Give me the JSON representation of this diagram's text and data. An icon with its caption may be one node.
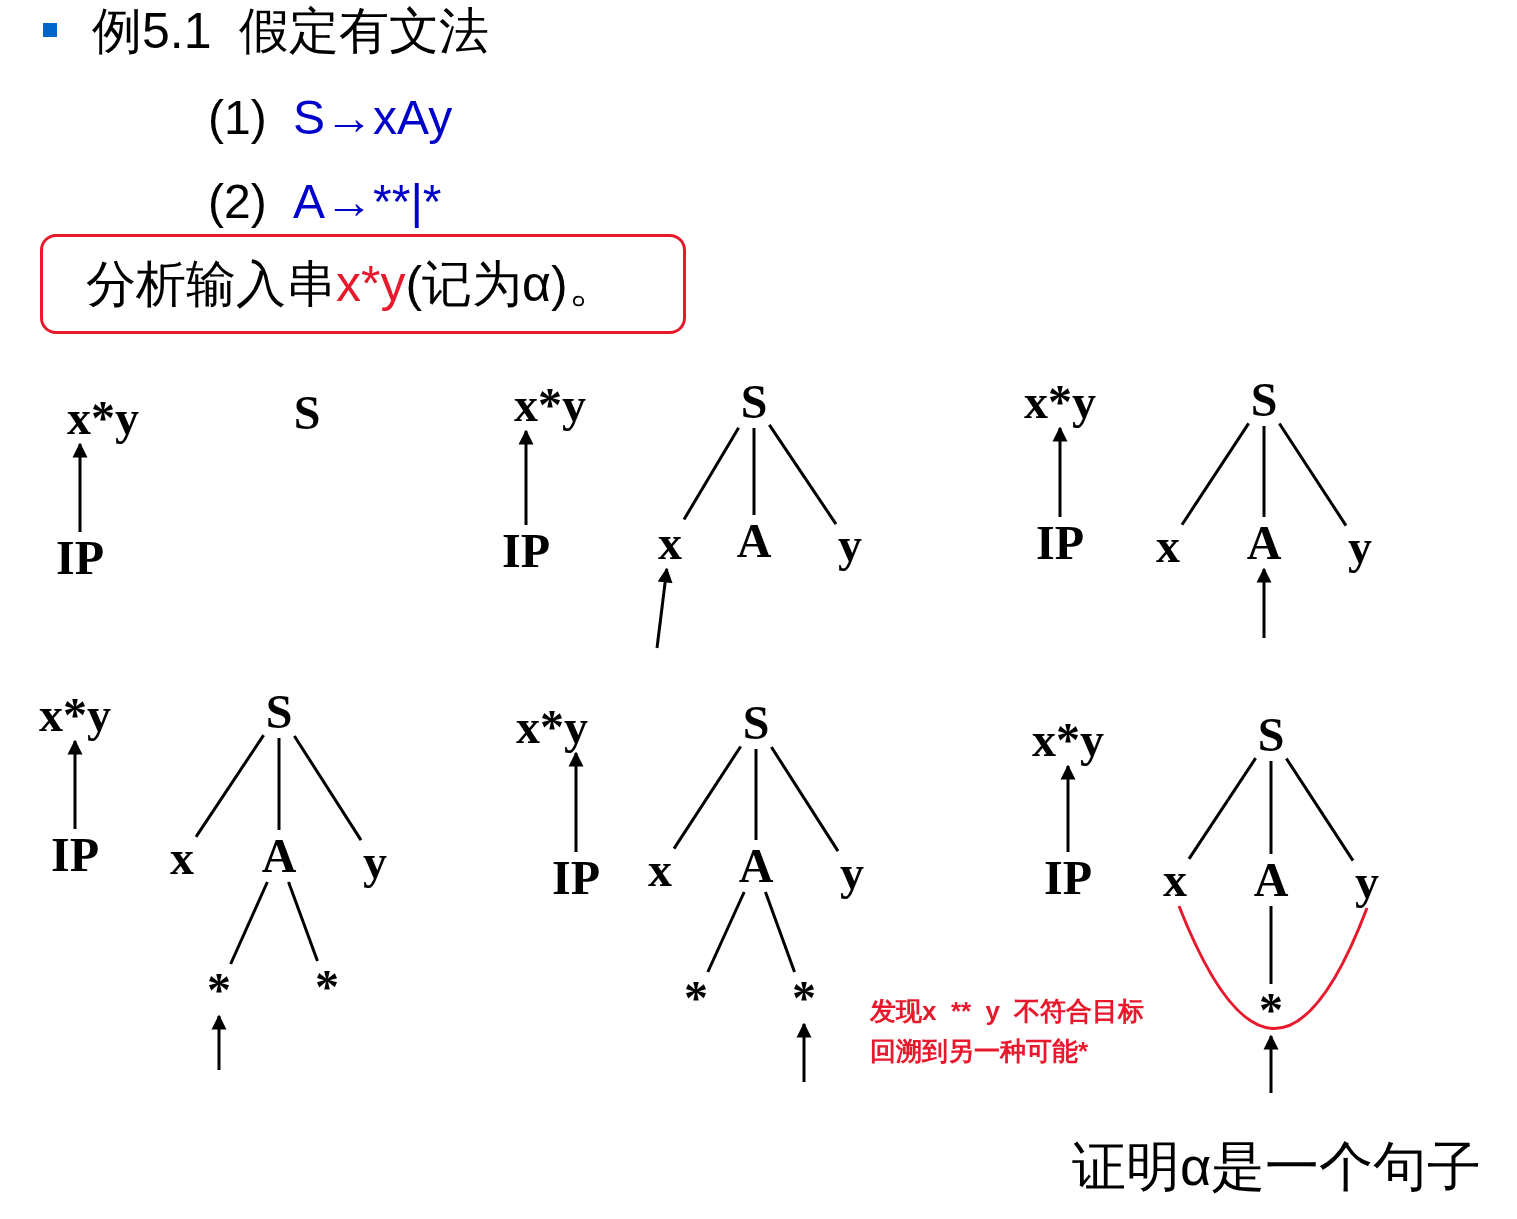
{
  "diagram": {
    "nodes": [
      {
        "text": [
          "分析输入串",
          "x*y",
          "(记为α)。"
        ]
      },
      {
        "text": [
          "x*y"
        ]
      },
      {
        "text": [
          "IP"
        ]
      },
      {
        "text": [
          "S"
        ]
      },
      {
        "text": [
          "x*y"
        ]
      },
      {
        "text": [
          "IP"
        ]
      },
      {
        "text": [
          "S"
        ]
      },
      {
        "text": [
          "x"
        ]
      },
      {
        "text": [
          "A"
        ]
      },
      {
        "text": [
          "y"
        ]
      },
      {
        "text": [
          "x*y"
        ]
      },
      {
        "text": [
          "IP"
        ]
      },
      {
        "text": [
          "S"
        ]
      },
      {
        "text": [
          "x"
        ]
      },
      {
        "text": [
          "A"
        ]
      },
      {
        "text": [
          "y"
        ]
      },
      {
        "text": [
          "x*y"
        ]
      },
      {
        "text": [
          "IP"
        ]
      },
      {
        "text": [
          "S"
        ]
      },
      {
        "text": [
          "x"
        ]
      },
      {
        "text": [
          "A"
        ]
      },
      {
        "text": [
          "y"
        ]
      },
      {
        "text": [
          "*"
        ]
      },
      {
        "text": [
          "*"
        ]
      },
      {
        "text": [
          "x*y"
        ]
      },
      {
        "text": [
          "IP"
        ]
      },
      {
        "text": [
          "S"
        ]
      },
      {
        "text": [
          "x"
        ]
      },
      {
        "text": [
          "A"
        ]
      },
      {
        "text": [
          "y"
        ]
      },
      {
        "text": [
          "*"
        ]
      },
      {
        "text": [
          "*"
        ]
      },
      {
        "text": [
          "x*y"
        ]
      },
      {
        "text": [
          "IP"
        ]
      },
      {
        "text": [
          "S"
        ]
      },
      {
        "text": [
          "x"
        ]
      },
      {
        "text": [
          "A"
        ]
      },
      {
        "text": [
          "y"
        ]
      },
      {
        "text": [
          "*"
        ]
      }
    ],
    "edges": [
      {
        "from": 2,
        "to": 1,
        "arrow": "to"
      },
      {
        "from": 5,
        "to": 4,
        "arrow": "to"
      },
      {
        "from": 6,
        "to": 7,
        "arrow": "none"
      },
      {
        "from": 6,
        "to": 8,
        "arrow": "none"
      },
      {
        "from": 6,
        "to": 9,
        "arrow": "none"
      },
      {
        "from": null,
        "to": 7,
        "arrow": "to"
      },
      {
        "from": 11,
        "to": 10,
        "arrow": "to"
      },
      {
        "from": 12,
        "to": 13,
        "arrow": "none"
      },
      {
        "from": 12,
        "to": 14,
        "arrow": "none"
      },
      {
        "from": 12,
        "to": 15,
        "arrow": "none"
      },
      {
        "from": null,
        "to": 14,
        "arrow": "to"
      },
      {
        "from": 17,
        "to": 16,
        "arrow": "to"
      },
      {
        "from": 18,
        "to": 19,
        "arrow": "none"
      },
      {
        "from": 18,
        "to": 20,
        "arrow": "none"
      },
      {
        "from": 18,
        "to": 21,
        "arrow": "none"
      },
      {
        "from": 20,
        "to": 22,
        "arrow": "none"
      },
      {
        "from": 20,
        "to": 23,
        "arrow": "none"
      },
      {
        "from": null,
        "to": 22,
        "arrow": "to"
      },
      {
        "from": 25,
        "to": 24,
        "arrow": "to"
      },
      {
        "from": 26,
        "to": 27,
        "arrow": "none"
      },
      {
        "from": 26,
        "to": 28,
        "arrow": "none"
      },
      {
        "from": 26,
        "to": 29,
        "arrow": "none"
      },
      {
        "from": 28,
        "to": 30,
        "arrow": "none"
      },
      {
        "from": 28,
        "to": 31,
        "arrow": "none"
      },
      {
        "from": null,
        "to": 31,
        "arrow": "to"
      },
      {
        "from": 33,
        "to": 32,
        "arrow": "to"
      },
      {
        "from": 34,
        "to": 35,
        "arrow": "none"
      },
      {
        "from": 34,
        "to": 36,
        "arrow": "none"
      },
      {
        "from": 34,
        "to": 37,
        "arrow": "none"
      },
      {
        "from": 36,
        "to": 38,
        "arrow": "none"
      },
      {
        "from": null,
        "to": 38,
        "arrow": "to"
      },
      {
        "from": 35,
        "to": 37,
        "arrow": "none",
        "color": "#e8192c"
      }
    ],
    "labels": [
      "例5.1  假定有文法",
      "(1)",
      "S→xAy",
      "(2)",
      "A→**|*",
      "发现x  **  y  不符合目标",
      "回溯到另一种可能*",
      "证明α是一个句子"
    ]
  }
}
